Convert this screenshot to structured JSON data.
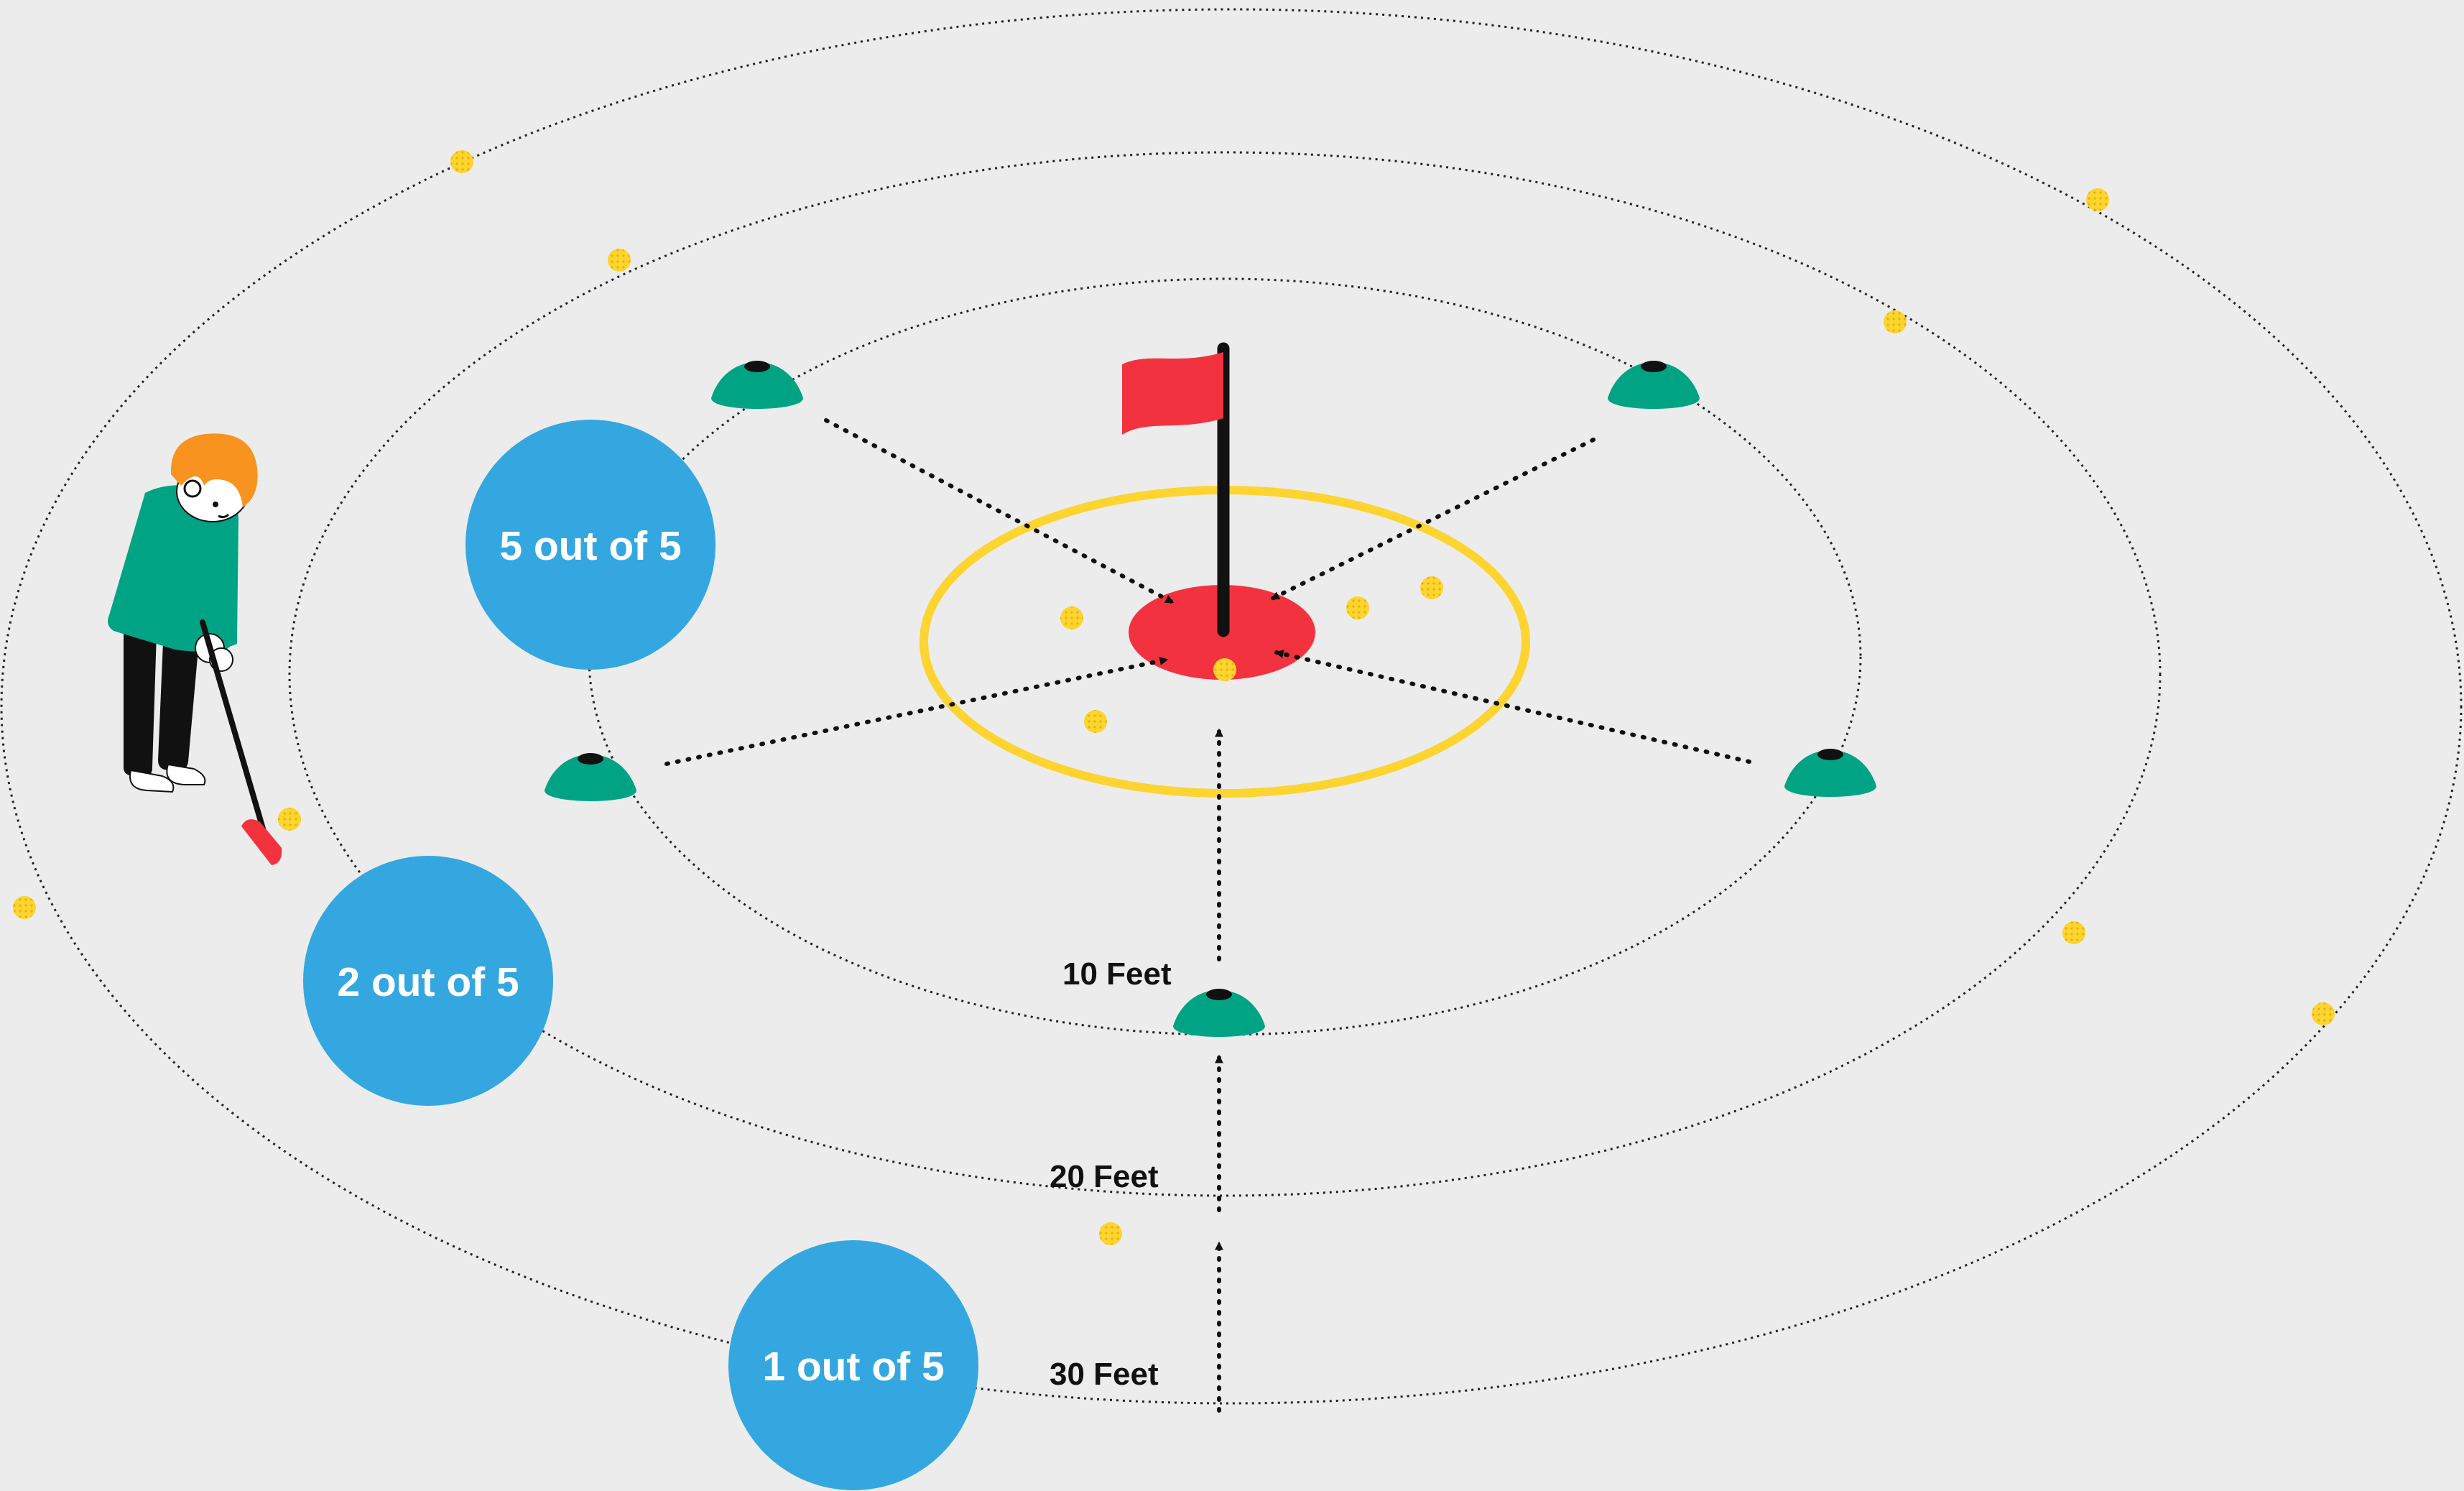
{
  "distances": {
    "ten": "10 Feet",
    "twenty": "20 Feet",
    "thirty": "30 Feet"
  },
  "scores": {
    "inner": "5 out of 5",
    "middle": "2 out of 5",
    "outer": "1 out of 5"
  },
  "colors": {
    "background": "#ececec",
    "score_badge": "#35a7e0",
    "cone": "#00a484",
    "hole": "#f2333f",
    "flag": "#f2333f",
    "ball": "#fdd430",
    "green_ring": "#fdd430",
    "golfer_hair": "#f7931e",
    "golfer_shirt": "#00a484"
  },
  "icons": {
    "flag": "flag-icon",
    "cone": "cone-icon",
    "ball": "golf-ball-icon",
    "golfer": "golfer-icon"
  }
}
